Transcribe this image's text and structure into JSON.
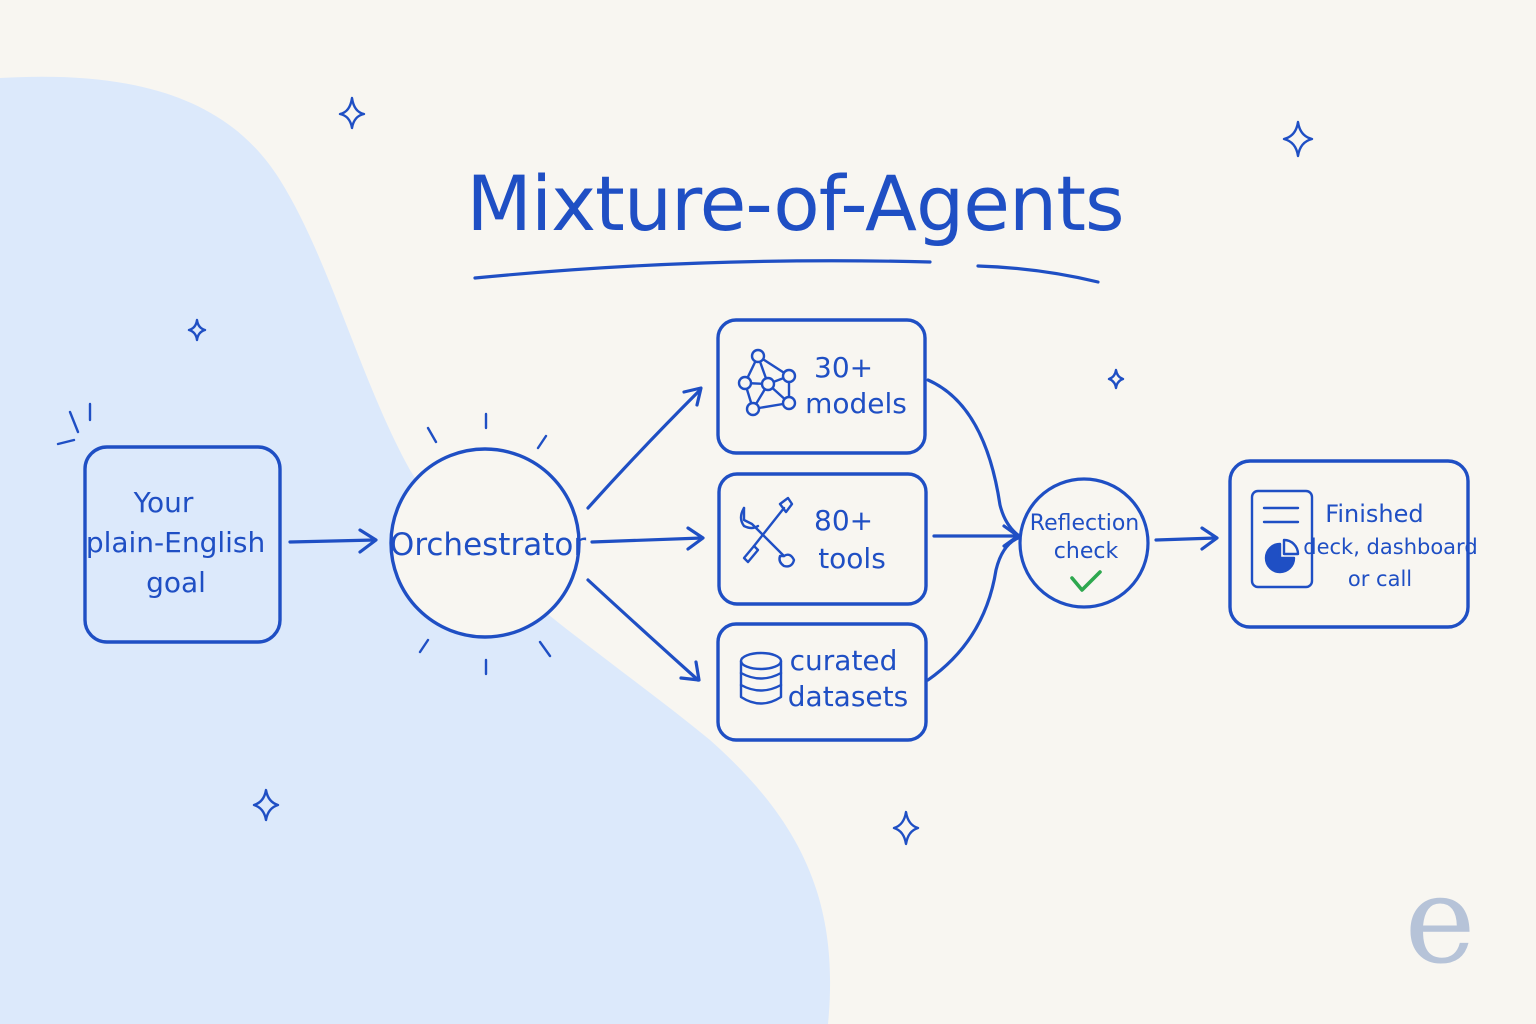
{
  "title": "Mixture-of-Agents",
  "colors": {
    "ink": "#1f4fc4",
    "background": "#f8f6f1",
    "blob": "#dce9fb",
    "check": "#2ea84f",
    "logo": "#b6c3d8"
  },
  "nodes": {
    "goal": {
      "lines": [
        "Your",
        "plain-English",
        "goal"
      ]
    },
    "orchestrator": {
      "label": "Orchestrator"
    },
    "models": {
      "lines": [
        "30+",
        "models"
      ],
      "icon": "neural-network-icon"
    },
    "tools": {
      "lines": [
        "80+",
        "tools"
      ],
      "icon": "wrench-screwdriver-icon"
    },
    "datasets": {
      "lines": [
        "curated",
        "datasets"
      ],
      "icon": "database-icon"
    },
    "reflection": {
      "lines": [
        "Reflection",
        "check"
      ],
      "icon": "checkmark-icon"
    },
    "output": {
      "lines": [
        "Finished",
        "deck, dashboard",
        "or call"
      ],
      "icon": "document-chart-icon"
    }
  },
  "logo": {
    "letter": "e"
  }
}
